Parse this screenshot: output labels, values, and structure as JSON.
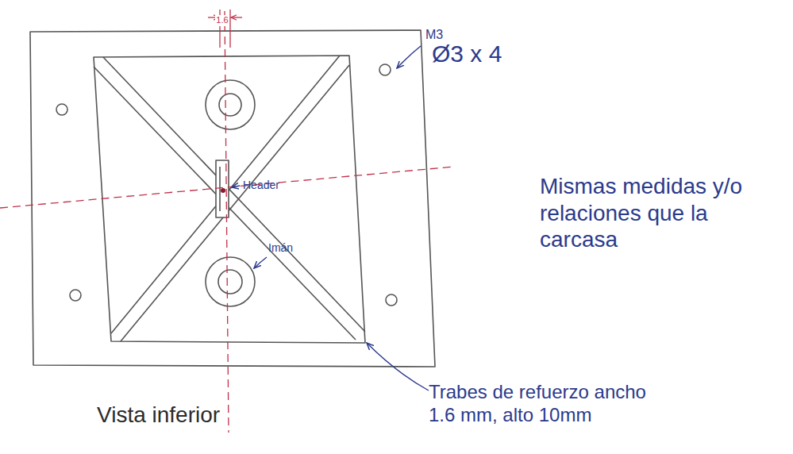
{
  "diagram": {
    "labels": [
      "1.6",
      "M3",
      "Ø3 x 4",
      "Header",
      "Imán",
      "Mismas medidas y/o relaciones que la carcasa",
      "Trabes de refuerzo ancho 1.6 mm, alto 10mm",
      "Vista inferior"
    ]
  }
}
